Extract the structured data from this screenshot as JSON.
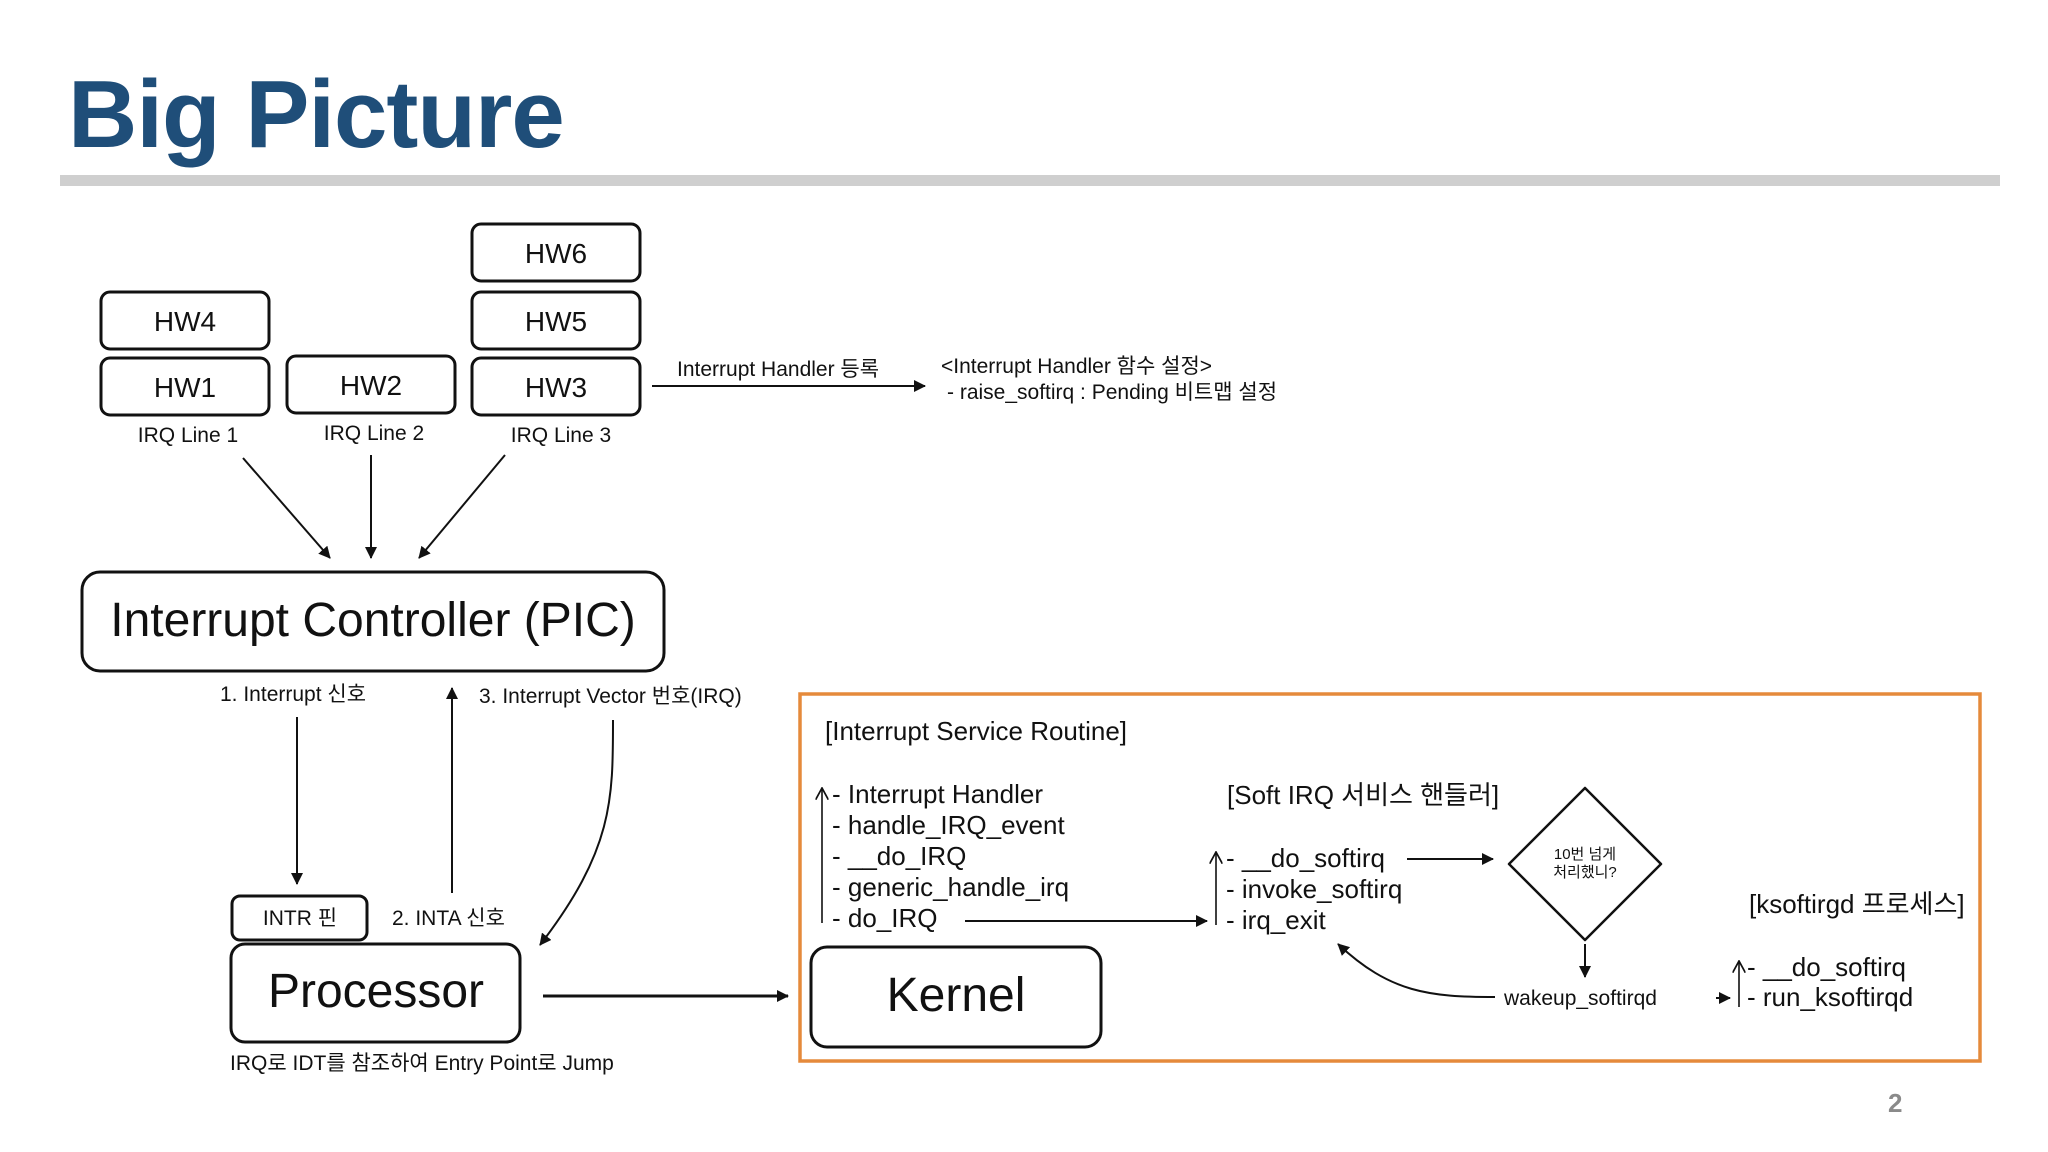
{
  "title": "Big Picture",
  "page_number": "2",
  "colors": {
    "title": "#1f4e79",
    "rule": "#cfcfcf",
    "isr_frame": "#e58a3b",
    "stroke": "#111111"
  },
  "hardware": {
    "hw6": "HW6",
    "hw5": "HW5",
    "hw4": "HW4",
    "hw1": "HW1",
    "hw2": "HW2",
    "hw3": "HW3"
  },
  "irq_lines": {
    "line1": "IRQ Line 1",
    "line2": "IRQ Line 2",
    "line3": "IRQ Line 3"
  },
  "register": {
    "arrow_label": "Interrupt Handler 등록",
    "setup_title": "<Interrupt Handler 함수 설정>",
    "setup_item": "- raise_softirq : Pending 비트맵 설정"
  },
  "pic": "Interrupt Controller (PIC)",
  "signals": {
    "interrupt": "1. Interrupt 신호",
    "vector": "3. Interrupt Vector 번호(IRQ)",
    "inta": "2. INTA 신호"
  },
  "intr_pin": "INTR 핀",
  "processor": "Processor",
  "processor_caption": "IRQ로 IDT를 참조하여 Entry Point로 Jump",
  "kernel": "Kernel",
  "isr": {
    "title": "[Interrupt Service Routine]",
    "call_stack": [
      "- Interrupt Handler",
      "- handle_IRQ_event",
      "- __do_IRQ",
      "- generic_handle_irq",
      "- do_IRQ"
    ]
  },
  "softirq": {
    "title": "[Soft IRQ 서비스 핸들러]",
    "call_stack": [
      "- __do_softirq",
      "- invoke_softirq",
      "- irq_exit"
    ],
    "decision": [
      "10번 넘게",
      "처리했니?"
    ],
    "wakeup": "wakeup_softirqd"
  },
  "ksoftirqd": {
    "title": "[ksoftirgd 프로세스]",
    "call_stack": [
      "- __do_softirq",
      "- run_ksoftirqd"
    ]
  }
}
